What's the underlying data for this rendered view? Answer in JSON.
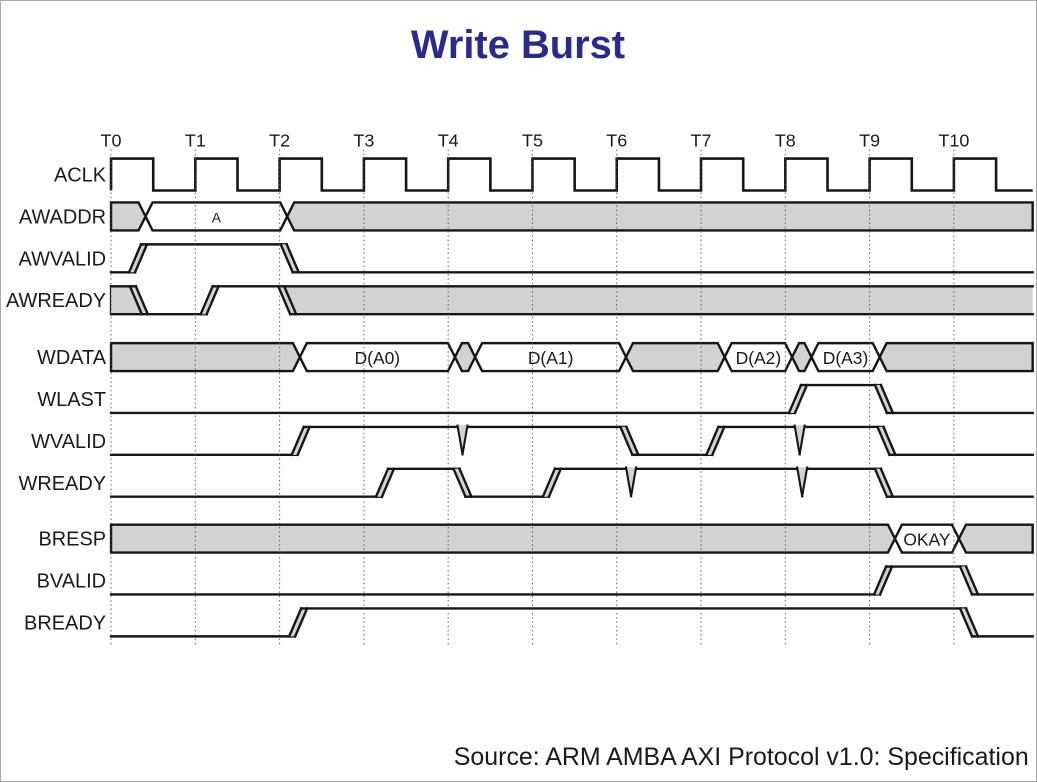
{
  "title": "Write Burst",
  "source_caption": "Source: ARM AMBA AXI Protocol v1.0: Specification",
  "colors": {
    "title_text": "#29298e",
    "waveform_line": "#161616",
    "undefined_fill": "#d2d2d2",
    "value_fill": "#ffffff",
    "gridline": "#4d4d4d",
    "label_text": "#1a1a1a",
    "background": "#ffffff",
    "slide_border": "#a9a9a9"
  },
  "timeline": {
    "ticks": [
      "T0",
      "T1",
      "T2",
      "T3",
      "T4",
      "T5",
      "T6",
      "T7",
      "T8",
      "T9",
      "T10"
    ]
  },
  "signals": [
    {
      "name": "ACLK",
      "type": "clock"
    },
    {
      "name": "AWADDR",
      "type": "bus",
      "segments": [
        {
          "kind": "undef",
          "from": 0,
          "to": 0.41
        },
        {
          "kind": "value",
          "label": "A",
          "from": 0.41,
          "to": 2.09
        },
        {
          "kind": "undef",
          "from": 2.09,
          "to": "end"
        }
      ]
    },
    {
      "name": "AWVALID",
      "type": "bit",
      "initial": 0,
      "edges": [
        {
          "t": 0.32,
          "to": 1
        },
        {
          "t": 2.12,
          "to": 0
        }
      ]
    },
    {
      "name": "AWREADY",
      "type": "bit",
      "initial": "x",
      "edges": [
        {
          "t": 0.33,
          "to": 0
        },
        {
          "t": 1.17,
          "to": 1
        },
        {
          "t": 2.09,
          "to": "x"
        }
      ]
    },
    {
      "name": "WDATA",
      "type": "bus",
      "segments": [
        {
          "kind": "undef",
          "from": 0,
          "to": 2.24
        },
        {
          "kind": "value",
          "label": "D(A0)",
          "from": 2.24,
          "to": 4.08
        },
        {
          "kind": "undef",
          "from": 4.08,
          "to": 4.32
        },
        {
          "kind": "value",
          "label": "D(A1)",
          "from": 4.32,
          "to": 6.11
        },
        {
          "kind": "undef",
          "from": 6.11,
          "to": 7.28
        },
        {
          "kind": "value",
          "label": "D(A2)",
          "from": 7.28,
          "to": 8.08
        },
        {
          "kind": "undef",
          "from": 8.08,
          "to": 8.31
        },
        {
          "kind": "value",
          "label": "D(A3)",
          "from": 8.31,
          "to": 9.12
        },
        {
          "kind": "undef",
          "from": 9.12,
          "to": "end"
        }
      ]
    },
    {
      "name": "WLAST",
      "type": "bit",
      "initial": 0,
      "edges": [
        {
          "t": 8.15,
          "to": 1
        },
        {
          "t": 9.17,
          "to": 0
        }
      ]
    },
    {
      "name": "WVALID",
      "type": "bit",
      "initial": 0,
      "edges": [
        {
          "t": 2.25,
          "to": 1
        },
        {
          "t": 6.15,
          "to": 0
        },
        {
          "t": 7.17,
          "to": 1
        },
        {
          "t": 9.2,
          "to": 0
        }
      ],
      "notches": [
        4.17,
        8.17
      ]
    },
    {
      "name": "WREADY",
      "type": "bit",
      "initial": 0,
      "edges": [
        {
          "t": 3.25,
          "to": 1
        },
        {
          "t": 4.17,
          "to": 0
        },
        {
          "t": 5.23,
          "to": 1
        },
        {
          "t": 9.17,
          "to": 0
        }
      ],
      "notches": [
        6.17,
        8.2
      ]
    },
    {
      "name": "BRESP",
      "type": "bus",
      "segments": [
        {
          "kind": "undef",
          "from": 0,
          "to": 9.3
        },
        {
          "kind": "value",
          "label": "OKAY",
          "from": 9.3,
          "to": 10.06
        },
        {
          "kind": "undef",
          "from": 10.06,
          "to": "end"
        }
      ]
    },
    {
      "name": "BVALID",
      "type": "bit",
      "initial": 0,
      "edges": [
        {
          "t": 9.16,
          "to": 1
        },
        {
          "t": 10.18,
          "to": 0
        }
      ]
    },
    {
      "name": "BREADY",
      "type": "bit",
      "initial": 0,
      "edges": [
        {
          "t": 2.22,
          "to": 1
        },
        {
          "t": 10.18,
          "to": 0
        }
      ]
    }
  ]
}
